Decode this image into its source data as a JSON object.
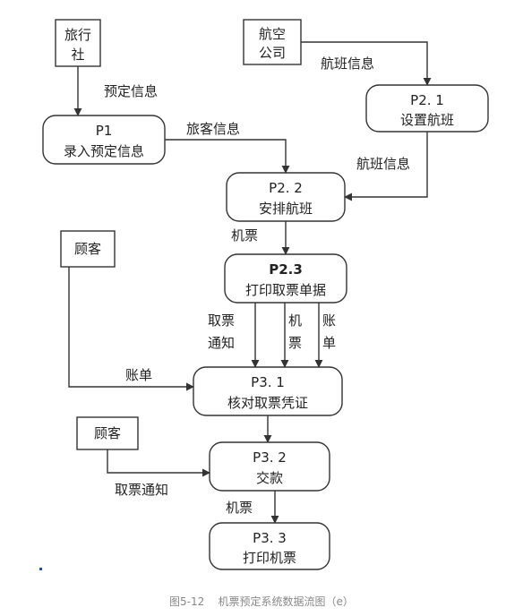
{
  "nodes": {
    "travel_agency": {
      "lines": [
        "旅行",
        "社"
      ]
    },
    "airline": {
      "lines": [
        "航空",
        "公司"
      ]
    },
    "p1": {
      "lines": [
        "P1",
        "录入预定信息"
      ]
    },
    "p21": {
      "lines": [
        "P2. 1",
        "设置航班"
      ]
    },
    "p22": {
      "lines": [
        "P2. 2",
        "安排航班"
      ]
    },
    "customer1": {
      "lines": [
        "顾客"
      ]
    },
    "p23": {
      "lines": [
        "P2.3",
        "打印取票单据"
      ]
    },
    "p31": {
      "lines": [
        "P3. 1",
        "核对取票凭证"
      ]
    },
    "customer2": {
      "lines": [
        "顾客"
      ]
    },
    "p32": {
      "lines": [
        "P3. 2",
        "交款"
      ]
    },
    "p33": {
      "lines": [
        "P3. 3",
        "打印机票"
      ]
    }
  },
  "edges": {
    "travel_to_p1": "预定信息",
    "airline_to_p21": "航班信息",
    "p1_to_p22": "旅客信息",
    "p21_to_p22": "航班信息",
    "p22_to_p23": "机票",
    "p23_to_p31_notice": [
      "取票",
      "通知"
    ],
    "p23_to_p31_ticket": [
      "机",
      "票"
    ],
    "p23_to_p31_bill": [
      "账",
      "单"
    ],
    "customer1_to_p31": "账单",
    "customer2_to_p32": "取票通知",
    "p32_to_p33": "机票"
  },
  "caption": "图5-12    机票预定系统数据流图（e）"
}
